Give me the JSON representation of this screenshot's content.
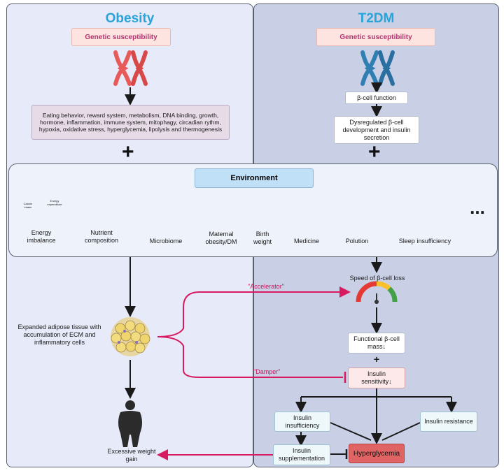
{
  "panels": {
    "left_title": "Obesity",
    "right_title": "T2DM"
  },
  "obesity": {
    "genetic": "Genetic susceptibility",
    "factors": "Eating behavior, reward system, metabolism, DNA binding, growth, hormone, inflammation, immune system, mitophagy, circadian rythm, hypoxia, oxidative stress, hyperglycemia, lipolysis and thermogenesis",
    "adipose": "Expanded adipose tissue with accumulation of ECM and inflammatory cells",
    "weight_gain": "Excessive weight gain"
  },
  "t2dm": {
    "genetic": "Genetic susceptibility",
    "beta_function": "β-cell function",
    "dysregulated": "Dysregulated β-cell development and insulin secretion",
    "speed_loss": "Speed of β-cell loss",
    "accelerator": "\"Accelerator\"",
    "damper": "\"Damper\"",
    "functional_mass": "Functional β-cell mass↓",
    "insulin_sensitivity": "Insulin sensitivity↓",
    "insulin_insufficiency": "Insulin insufficiency",
    "insulin_resistance": "Insulin resistance",
    "insulin_supplementation": "Insulin supplementation",
    "hyperglycemia": "Hyperglycemia"
  },
  "environment": {
    "title": "Environment",
    "items": [
      "Energy imbalance",
      "Nutrient composition",
      "Microbiome",
      "Maternal obesity/DM",
      "Birth weight",
      "Medicine",
      "Polution",
      "Sleep insufficiency"
    ],
    "more": "...",
    "scale_left": "Calorie intake",
    "scale_right": "Energy expenditure"
  },
  "plus_sign": "+",
  "colors": {
    "title_blue": "#2aa3d8",
    "chromosome_red": "#e85a5a",
    "chromosome_blue": "#2f7fb3",
    "pink_arrow": "#d81b60",
    "hyperglycemia_fill": "#e06464"
  }
}
